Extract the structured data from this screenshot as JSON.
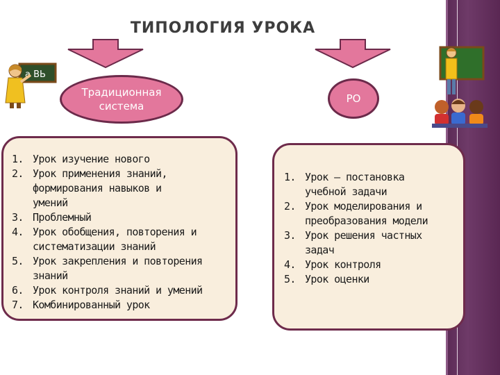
{
  "title": "ТИПОЛОГИЯ УРОКА",
  "left": {
    "oval_label_line1": "Традиционная",
    "oval_label_line2": "система",
    "items": [
      {
        "num": "1.",
        "lines": [
          "Урок изучение нового"
        ]
      },
      {
        "num": "2.",
        "lines": [
          "Урок применения знаний,",
          "формирования навыков и",
          "умений"
        ]
      },
      {
        "num": "3.",
        "lines": [
          "Проблемный"
        ]
      },
      {
        "num": "4.",
        "lines": [
          "Урок обобщения, повторения и",
          "систематизации знаний"
        ]
      },
      {
        "num": "5.",
        "lines": [
          "Урок закрепления и повторения",
          "знаний"
        ]
      },
      {
        "num": "6.",
        "lines": [
          "Урок контроля знаний и умений"
        ]
      },
      {
        "num": "7.",
        "lines": [
          "Комбинированный урок"
        ]
      }
    ]
  },
  "right": {
    "oval_label": "РО",
    "items": [
      {
        "num": "1.",
        "lines": [
          "Урок – постановка",
          "учебной задачи"
        ]
      },
      {
        "num": "2.",
        "lines": [
          "Урок моделирования и",
          "преобразования модели"
        ]
      },
      {
        "num": "3.",
        "lines": [
          "Урок решения частных",
          "задач"
        ]
      },
      {
        "num": "4.",
        "lines": [
          "Урок контроля"
        ]
      },
      {
        "num": "5.",
        "lines": [
          "Урок оценки"
        ]
      }
    ]
  },
  "icons": {
    "chalkboard_text": "а ВЬ",
    "left_clipart": "teacher-at-chalkboard-icon",
    "right_clipart": "teacher-with-students-icon"
  },
  "colors": {
    "oval_fill": "#e3779c",
    "oval_border": "#6b2a4a",
    "box_fill": "#f9eedd",
    "box_border": "#6e2b4b",
    "arrow_fill": "#e3779c",
    "strip": "#5b2a55"
  }
}
